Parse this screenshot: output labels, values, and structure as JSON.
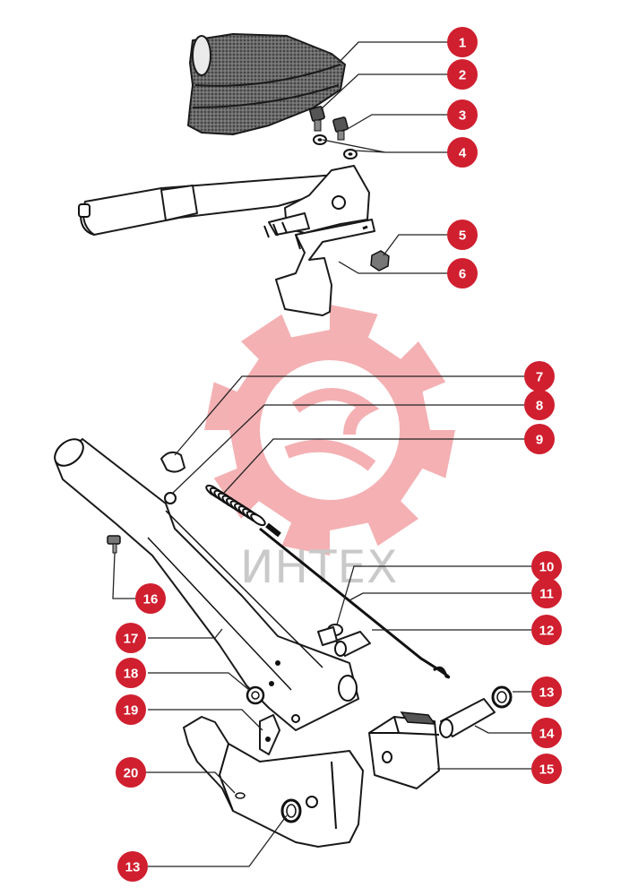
{
  "watermark": {
    "text": "ИНТЕХ",
    "gear_color": "#f3a8ab",
    "gear_icon": "gear-logo-icon"
  },
  "colors": {
    "badge": "#d01f2f",
    "badge_text": "#ffffff",
    "line": "#1a1a1a"
  },
  "callouts": [
    {
      "id": "c1",
      "label": "1"
    },
    {
      "id": "c2",
      "label": "2"
    },
    {
      "id": "c3",
      "label": "3"
    },
    {
      "id": "c4",
      "label": "4"
    },
    {
      "id": "c5",
      "label": "5"
    },
    {
      "id": "c6",
      "label": "6"
    },
    {
      "id": "c7",
      "label": "7"
    },
    {
      "id": "c8",
      "label": "8"
    },
    {
      "id": "c9",
      "label": "9"
    },
    {
      "id": "c10",
      "label": "10"
    },
    {
      "id": "c11",
      "label": "11"
    },
    {
      "id": "c12",
      "label": "12"
    },
    {
      "id": "c13a",
      "label": "13"
    },
    {
      "id": "c14",
      "label": "14"
    },
    {
      "id": "c15",
      "label": "15"
    },
    {
      "id": "c16",
      "label": "16"
    },
    {
      "id": "c17",
      "label": "17"
    },
    {
      "id": "c18",
      "label": "18"
    },
    {
      "id": "c19",
      "label": "19"
    },
    {
      "id": "c20",
      "label": "20"
    },
    {
      "id": "c13b",
      "label": "13"
    }
  ]
}
